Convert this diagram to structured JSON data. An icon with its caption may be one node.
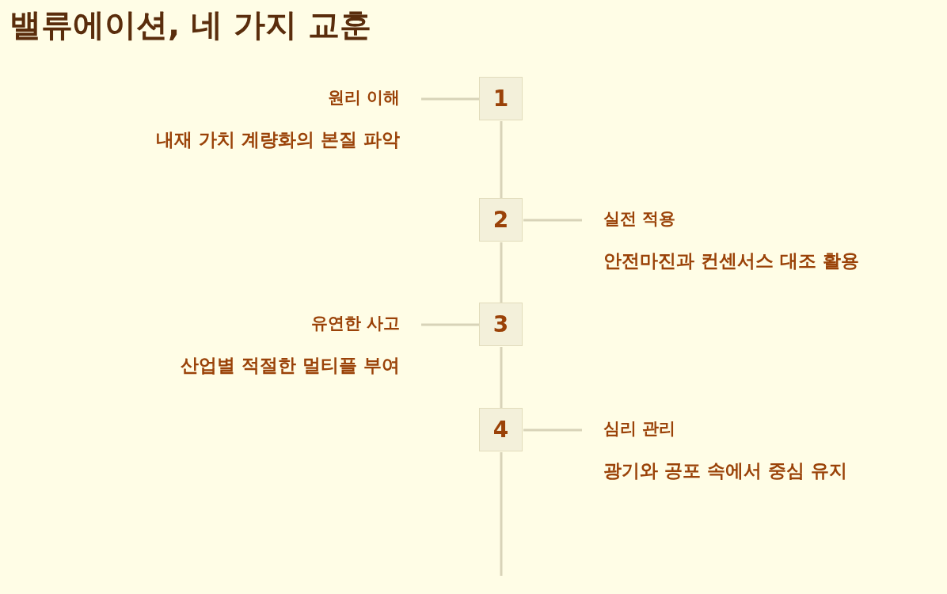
{
  "diagram": {
    "title": "밸류에이션, 네 가지 교훈",
    "nodes": [
      {
        "text": [
          "1"
        ]
      },
      {
        "text": [
          "원리 이해",
          "내재 가치 계량화의 본질 파악"
        ]
      },
      {
        "text": [
          "2"
        ]
      },
      {
        "text": [
          "실전 적용",
          "안전마진과 컨센서스 대조 활용"
        ]
      },
      {
        "text": [
          "3"
        ]
      },
      {
        "text": [
          "유연한 사고",
          "산업별 적절한 멀티플 부여"
        ]
      },
      {
        "text": [
          "4"
        ]
      },
      {
        "text": [
          "심리 관리",
          "광기와 공포 속에서 중심 유지"
        ]
      }
    ],
    "edges": [
      {
        "from": 0,
        "to": 1,
        "arrow": "none"
      },
      {
        "from": 0,
        "to": 2,
        "arrow": "none"
      },
      {
        "from": 2,
        "to": 3,
        "arrow": "none"
      },
      {
        "from": 2,
        "to": 4,
        "arrow": "none"
      },
      {
        "from": 4,
        "to": 5,
        "arrow": "none"
      },
      {
        "from": 4,
        "to": 6,
        "arrow": "none"
      },
      {
        "from": 6,
        "to": 7,
        "arrow": "none"
      },
      {
        "from": 6,
        "to": null,
        "arrow": "none"
      }
    ]
  }
}
